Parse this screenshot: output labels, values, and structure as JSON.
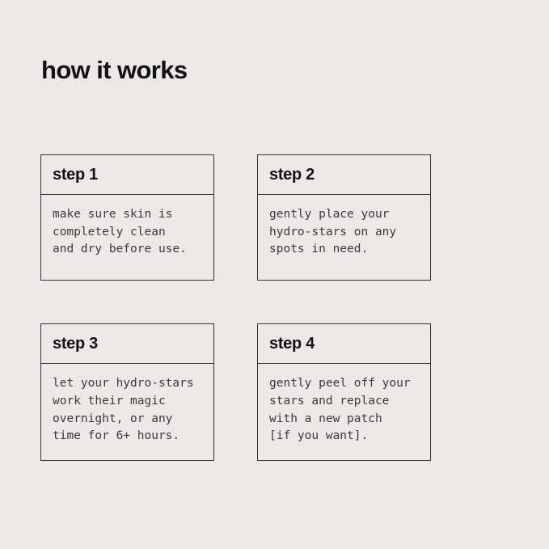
{
  "page": {
    "title": "how it works",
    "background_color": "#ece8e8",
    "text_color": "#3a3a3a",
    "heading_color": "#121212",
    "border_color": "#333333"
  },
  "steps": [
    {
      "label": "step 1",
      "text": "make sure skin is\ncompletely clean\nand dry before use."
    },
    {
      "label": "step 2",
      "text": "gently place your\nhydro-stars on any\nspots in need."
    },
    {
      "label": "step 3",
      "text": "let your hydro-stars\nwork their magic\novernight, or any\ntime for 6+ hours."
    },
    {
      "label": "step 4",
      "text": "gently peel off your\nstars and replace\nwith a new patch\n[if you want]."
    }
  ]
}
